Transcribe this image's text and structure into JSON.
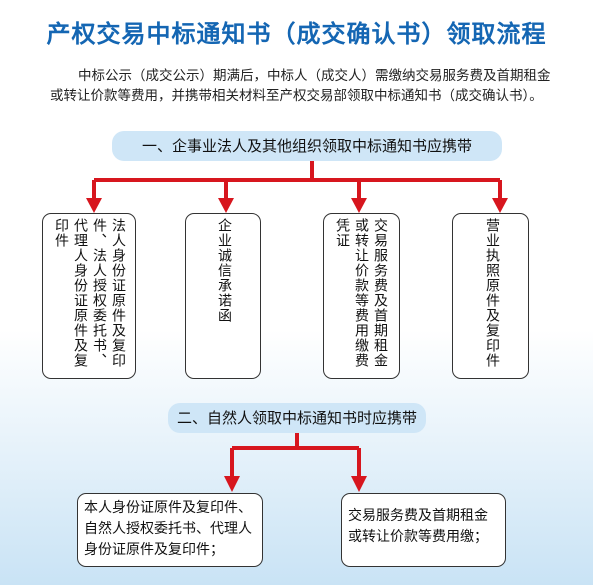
{
  "title": "产权交易中标通知书（成交确认书）领取流程",
  "intro": "中标公示（成交公示）期满后，中标人（成交人）需缴纳交易服务费及首期租金或转让价款等费用，并携带相关材料至产权交易部领取中标通知书（成交确认书）。",
  "section1": {
    "heading": "一、企事业法人及其他组织领取中标通知书应携带",
    "boxes": [
      "法人身份证原件及复印件、法人授权委托书、代理人身份证原件及复印件",
      "企业诚信承诺函",
      "交易服务费及首期租金或转让价款等费用缴费凭证",
      "营业执照原件及复印件"
    ]
  },
  "section2": {
    "heading": "二、自然人领取中标通知书时应携带",
    "boxes": [
      "本人身份证原件及复印件、自然人授权委托书、代理人身份证原件及复印件；",
      "交易服务费及首期租金或转让价款等费用缴；"
    ]
  },
  "colors": {
    "title": "#1466b3",
    "arrow": "#d7161e",
    "pill": "#cfe6f7"
  }
}
